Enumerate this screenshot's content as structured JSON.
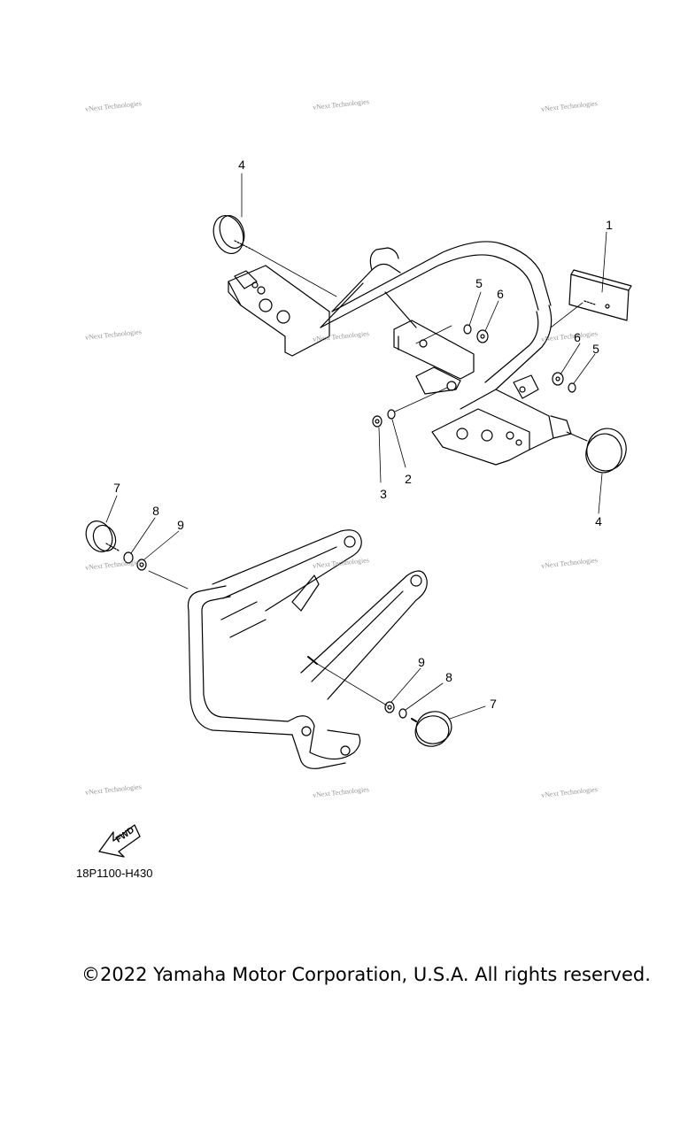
{
  "callouts": [
    "1",
    "2",
    "3",
    "4",
    "4",
    "5",
    "5",
    "6",
    "6",
    "7",
    "7",
    "8",
    "8",
    "9",
    "9"
  ],
  "watermark_text": "vNext Technologies",
  "fwd_label": "FWD",
  "part_code": "18P1100-H430",
  "copyright": "©2022 Yamaha Motor Corporation, U.S.A. All rights reserved."
}
